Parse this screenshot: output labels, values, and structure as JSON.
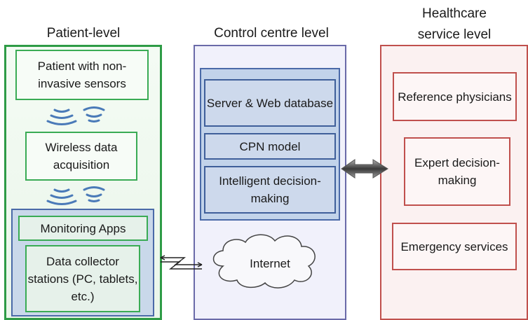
{
  "columns": {
    "patient": {
      "header": "Patient-level",
      "boxes": [
        "Patient with non-invasive sensors",
        "Wireless data acquisition",
        "Monitoring Apps",
        "Data collector stations (PC, tablets, etc.)"
      ]
    },
    "control": {
      "header": "Control centre level",
      "boxes": [
        "Server & Web database",
        "CPN model",
        "Intelligent decision-making"
      ],
      "cloud": "Internet"
    },
    "healthcare": {
      "header_line1": "Healthcare",
      "header_line2": "service level",
      "boxes": [
        "Reference physicians",
        "Expert decision-making",
        "Emergency services"
      ]
    }
  },
  "colors": {
    "patient_border": "#2e9b46",
    "control_border": "#6a6aa8",
    "healthcare_border": "#c0504d",
    "control_panel": "#c2d3ea",
    "wireless_icon": "#4a7ab8"
  },
  "icons": [
    "wireless-signal-icon",
    "double-arrow-icon",
    "zigzag-link-icon",
    "cloud-icon"
  ]
}
